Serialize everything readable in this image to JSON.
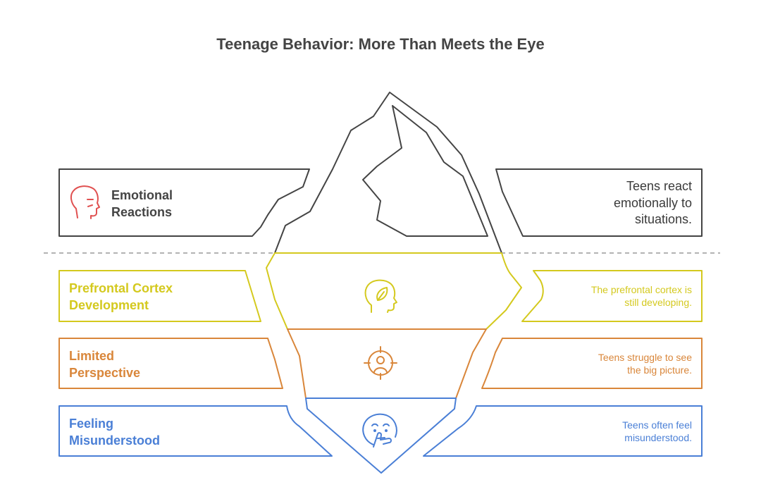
{
  "title": "Teenage Behavior: More Than Meets the Eye",
  "colors": {
    "above": "#444444",
    "prefrontal": "#d4c91e",
    "perspective": "#d9863a",
    "misunderstood": "#4a7fd6",
    "waterline": "#9a9a9a"
  },
  "above_water": {
    "label_line1": "Emotional",
    "label_line2": "Reactions",
    "icon": "head-speaking-icon",
    "desc_line1": "Teens react",
    "desc_line2": "emotionally to",
    "desc_line3": "situations."
  },
  "layers": [
    {
      "label_line1": "Prefrontal Cortex",
      "label_line2": "Development",
      "icon": "head-leaf-icon",
      "desc_line1": "The prefrontal cortex is",
      "desc_line2": "still developing."
    },
    {
      "label_line1": "Limited",
      "label_line2": "Perspective",
      "icon": "target-person-icon",
      "desc_line1": "Teens struggle to see",
      "desc_line2": "the big picture."
    },
    {
      "label_line1": "Feeling",
      "label_line2": "Misunderstood",
      "icon": "thinking-face-icon",
      "desc_line1": "Teens often feel",
      "desc_line2": "misunderstood."
    }
  ]
}
